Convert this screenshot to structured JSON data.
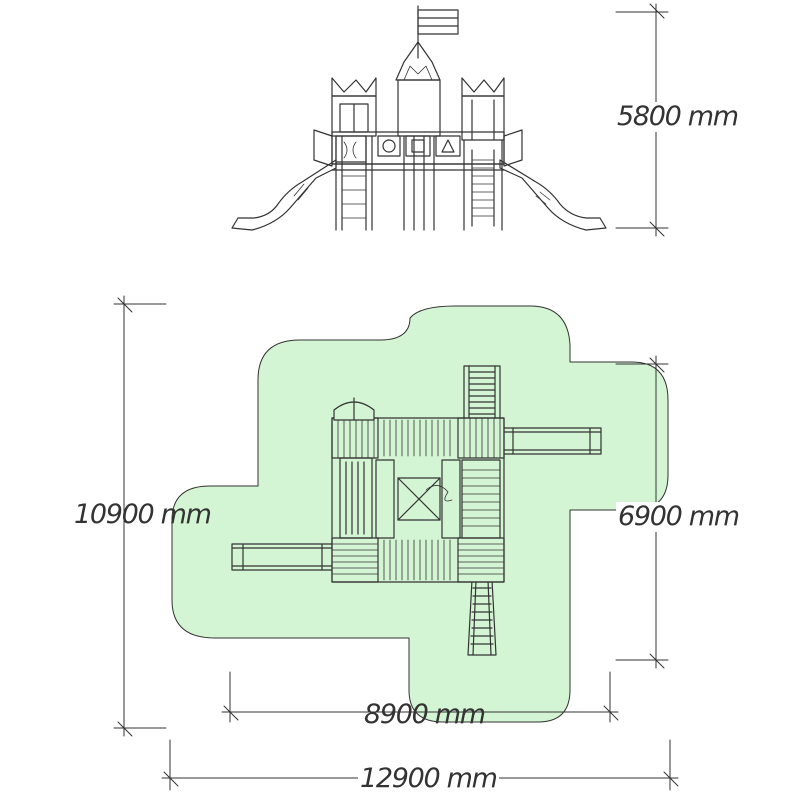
{
  "dimensions": {
    "height": "5800 mm",
    "overall_depth": "10900 mm",
    "structure_depth": "6900 mm",
    "structure_width": "8900 mm",
    "overall_width": "12900 mm"
  },
  "colors": {
    "safety_zone": "#d4f5d4",
    "line": "#333333"
  }
}
